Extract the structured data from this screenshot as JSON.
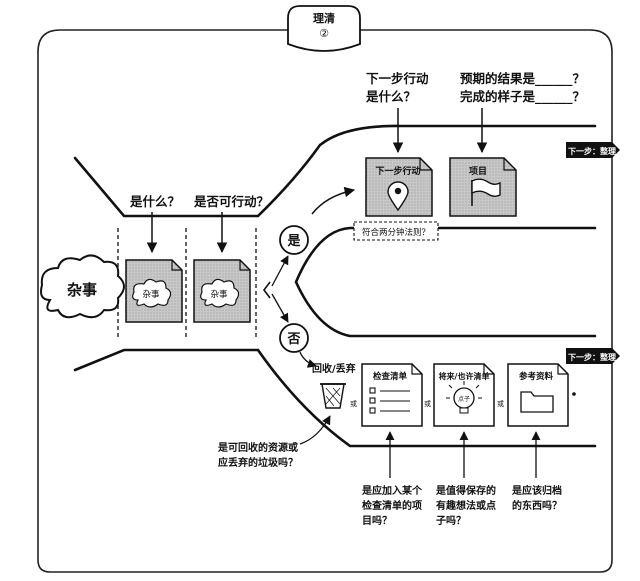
{
  "header": {
    "title": "理清",
    "number": "②"
  },
  "inbox": {
    "label": "杂事"
  },
  "questions": {
    "what": "是什么？",
    "actionable": "是否可行动？"
  },
  "cards": {
    "stuff1": "杂事",
    "stuff2": "杂事"
  },
  "decision": {
    "yes": "是",
    "no": "否"
  },
  "next_action_question": {
    "line1": "下一步行动",
    "line2": "是什么？"
  },
  "outcome_question": {
    "line1": "预期的结果是______？",
    "line2": "完成的样子是______？"
  },
  "next_action_card": {
    "label": "下一步行动"
  },
  "project_card": {
    "label": "项目"
  },
  "two_minute_rule": "符合两分钟法则？",
  "next_step_tags": {
    "top": "下一步：整理",
    "bottom": "下一步：整理"
  },
  "trash": {
    "label": "回收/丢弃"
  },
  "or_word": "或",
  "checklist_card": {
    "label": "检查清单"
  },
  "someday_card": {
    "label": "将来/也许清单",
    "bulb_text": "点子"
  },
  "reference_card": {
    "label": "参考资料"
  },
  "trash_question": {
    "line1": "是可回收的资源或",
    "line2": "应丢弃的垃圾吗？"
  },
  "checklist_question": {
    "line1": "是应加入某个",
    "line2": "检查清单的项",
    "line3": "目吗？"
  },
  "someday_question": {
    "line1": "是值得保存的",
    "line2": "有趣想法或点",
    "line3": "子吗？"
  },
  "reference_question": {
    "line1": "是应该归档",
    "line2": "的东西吗？"
  }
}
